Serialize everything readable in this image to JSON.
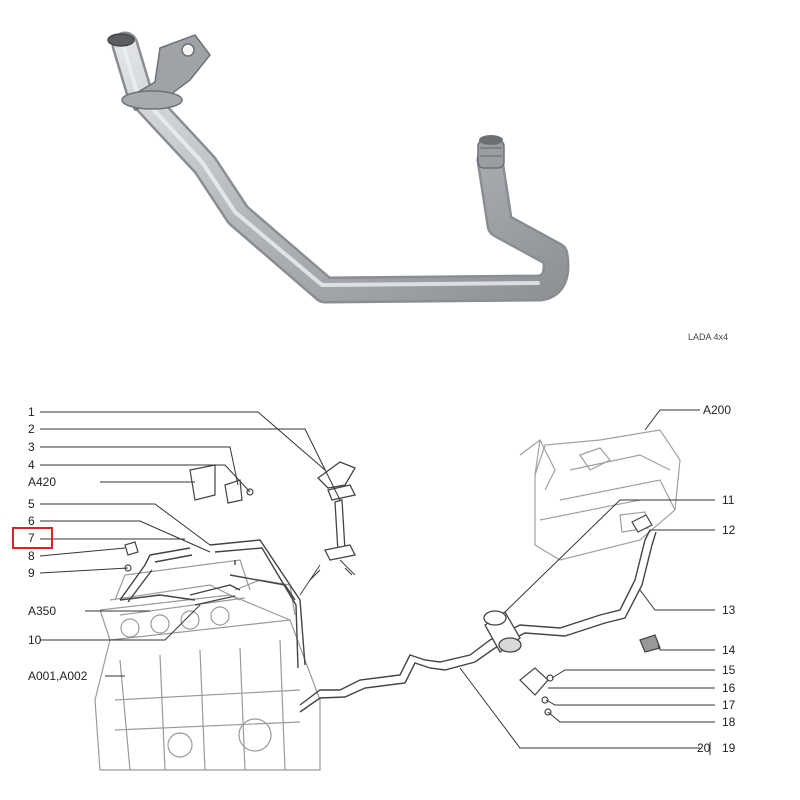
{
  "photo": {
    "caption": "LADA 4x4"
  },
  "callouts": {
    "left": [
      "1",
      "2",
      "3",
      "4",
      "A420",
      "5",
      "6",
      "7",
      "8",
      "9",
      "A350",
      "10",
      "A001,A002"
    ],
    "right": [
      "A200",
      "11",
      "12",
      "13",
      "14",
      "15",
      "16",
      "17",
      "18"
    ],
    "bottom_a": "20",
    "bottom_b": "19"
  },
  "highlighted_callout": "7",
  "colors": {
    "highlight": "#d9232a",
    "line": "#333333",
    "tube": "#b9bcbf"
  }
}
